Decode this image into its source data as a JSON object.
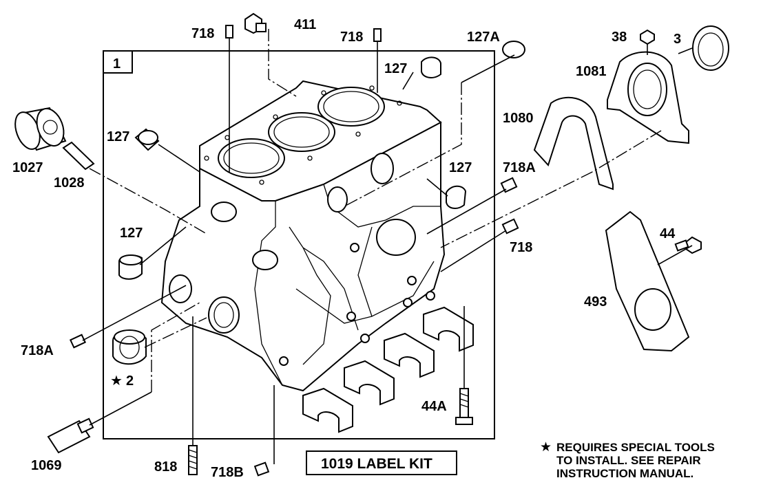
{
  "figure_box_label": "1",
  "labels": {
    "p718_top_left": "718",
    "p411": "411",
    "p718_top_mid": "718",
    "p127A": "127A",
    "p127_top": "127",
    "p38": "38",
    "p3": "3",
    "p1081": "1081",
    "p1080": "1080",
    "p127_left_top": "127",
    "p1027": "1027",
    "p1028": "1028",
    "p127_right": "127",
    "p718A_right": "718A",
    "p127_left_mid": "127",
    "p718_right": "718",
    "p44": "44",
    "p493": "493",
    "p718A_left": "718A",
    "p2": "2",
    "p44A": "44A",
    "p1069": "1069",
    "p818": "818",
    "p718B": "718B"
  },
  "star_symbol": "★",
  "label_kit": "1019 LABEL KIT",
  "note_lines": [
    "REQUIRES SPECIAL TOOLS",
    "TO INSTALL.  SEE REPAIR",
    "INSTRUCTION MANUAL."
  ]
}
